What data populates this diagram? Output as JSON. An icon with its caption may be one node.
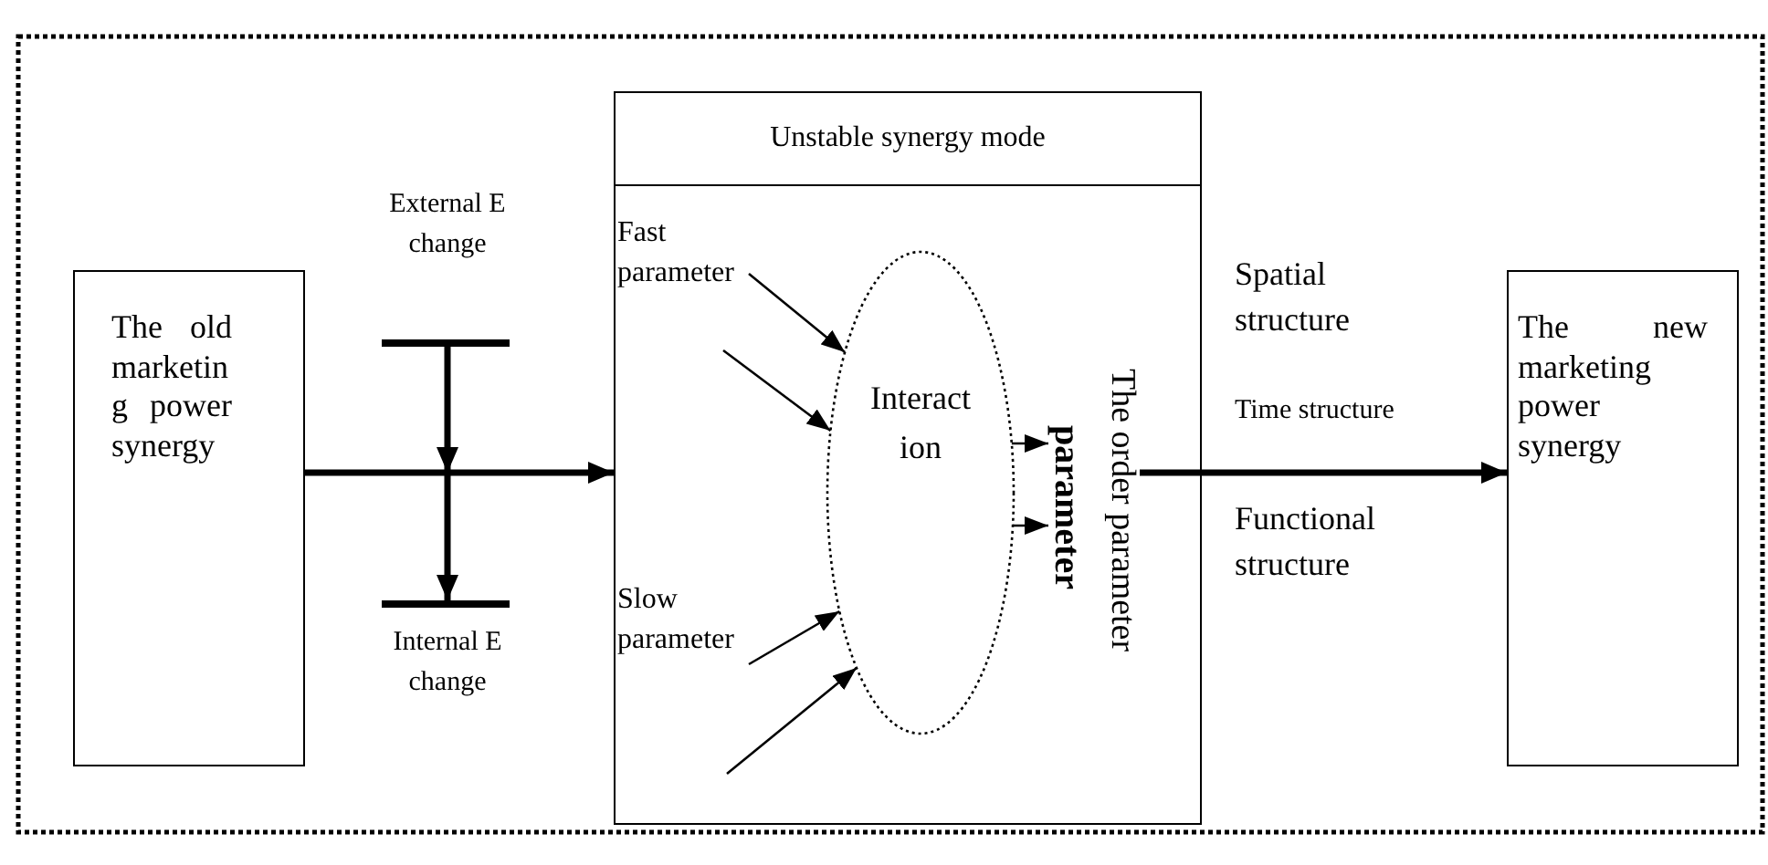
{
  "diagram": {
    "nodes": [
      {
        "text": [
          "The old marketin g power synergy"
        ]
      },
      {
        "text": [],
        "shape": "bar",
        "beside": [
          "External E change"
        ]
      },
      {
        "text": [],
        "shape": "bar",
        "beside": [
          "Internal E change"
        ]
      },
      {
        "text": [
          "Unstable synergy mode"
        ]
      },
      {
        "text": [
          "Fast parameter"
        ],
        "in": 3
      },
      {
        "text": [
          "Slow parameter"
        ],
        "in": 3
      },
      {
        "text": [
          "Interact ion"
        ],
        "in": 3
      },
      {
        "text": [
          "parameter",
          "The order parameter"
        ],
        "in": 3
      },
      {
        "text": [
          "The new marketing power synergy"
        ]
      }
    ],
    "edges": [
      {
        "from": 0,
        "to": 3,
        "arrow": "to",
        "style": "thick"
      },
      {
        "from": 1,
        "to": null,
        "arrow": "to",
        "style": "thick"
      },
      {
        "from": null,
        "to": 2,
        "arrow": "to",
        "style": "thick"
      },
      {
        "from": 4,
        "to": 6,
        "arrow": "to"
      },
      {
        "from": null,
        "to": 6,
        "arrow": "to"
      },
      {
        "from": 5,
        "to": 6,
        "arrow": "to"
      },
      {
        "from": null,
        "to": 6,
        "arrow": "to"
      },
      {
        "from": 6,
        "to": 7,
        "arrow": "to"
      },
      {
        "from": 6,
        "to": 7,
        "arrow": "to"
      },
      {
        "from": 7,
        "to": 8,
        "arrow": "to",
        "style": "thick"
      }
    ],
    "labels": [
      "Spatial structure",
      "Time structure",
      "Functional structure"
    ]
  }
}
